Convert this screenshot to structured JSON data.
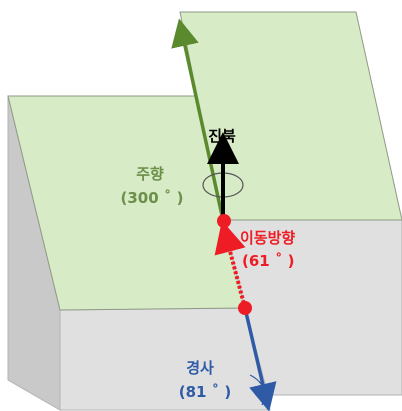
{
  "labels": {
    "true_north": "진북",
    "strike": "주향",
    "strike_angle": "(300 ˚ )",
    "movement_direction": "이동방향",
    "movement_angle": "(61 ˚ )",
    "dip": "경사",
    "dip_angle": "(81 ˚ )"
  },
  "colors": {
    "top_surface": "#d7ebc7",
    "top_surface_stroke": "#8f9a86",
    "side_face": "#e0e0e0",
    "side_face_dark": "#c9c9c9",
    "strike_arrow": "#5b8a2e",
    "dip_arrow": "#2e5aa6",
    "movement_arrow": "#ee1c24",
    "north_arrow": "#000000",
    "strike_text": "#6c8f4a",
    "dip_text": "#2e5aa6",
    "movement_text": "#ee1c24",
    "north_text": "#000000"
  }
}
